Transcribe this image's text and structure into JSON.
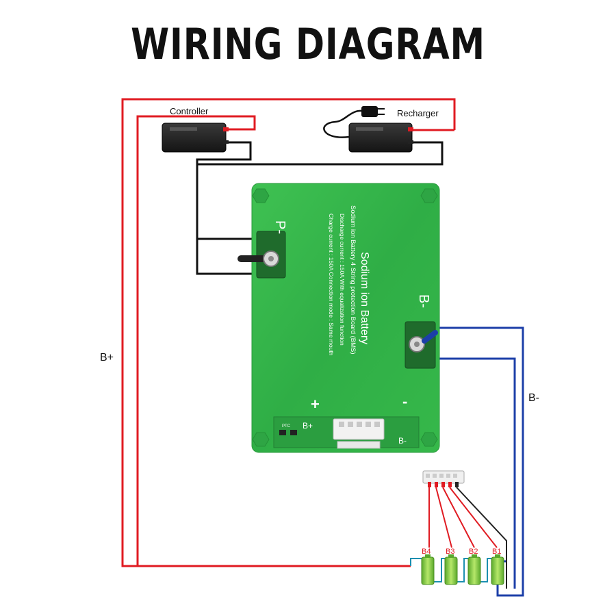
{
  "title": "WIRING DIAGRAM",
  "labels": {
    "controller": "Controller",
    "recharger": "Recharger",
    "b_plus_wire": "B+",
    "b_minus_wire": "B-"
  },
  "board": {
    "p_minus": "P-",
    "b_minus": "B-",
    "text_line1": "Sodium ion Battery 4 String protection Board (BMS)",
    "text_line2": "Discharge current : 150A  With equalization function",
    "text_line3": "Charge current : 150A   Connection mode : Same mouth",
    "big_text": "Sodium ion Battery",
    "plus": "+",
    "minus": "-",
    "b_plus_pad": "B+",
    "b_minus_pad": "B-",
    "ptc": "PTC"
  },
  "cells": [
    "B4",
    "B3",
    "B2",
    "B1"
  ],
  "colors": {
    "red_wire": "#e01b22",
    "blue_wire": "#1c3fa8",
    "black_wire": "#111111",
    "board": "#33b34a",
    "cell": "#8ed04a"
  }
}
